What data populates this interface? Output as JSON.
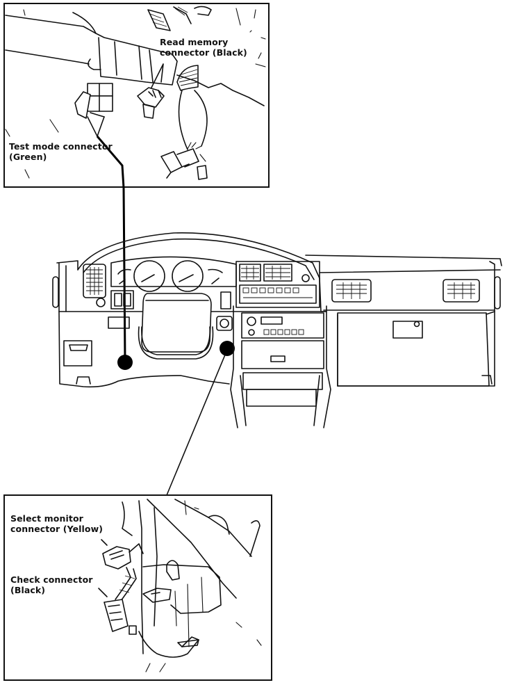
{
  "figure": {
    "title": "Diagnostic connector locations (instrument panel)",
    "top_inset": {
      "labels": {
        "read_memory": [
          "Read memory",
          "connector (Black)"
        ],
        "test_mode": [
          "Test mode connector",
          "(Green)"
        ]
      }
    },
    "bottom_inset": {
      "labels": {
        "select_monitor": [
          "Select monitor",
          "connector (Yellow)"
        ],
        "check": [
          "Check connector",
          "(Black)"
        ]
      }
    },
    "colors": {
      "ink": "#111111",
      "paper": "#ffffff"
    }
  }
}
